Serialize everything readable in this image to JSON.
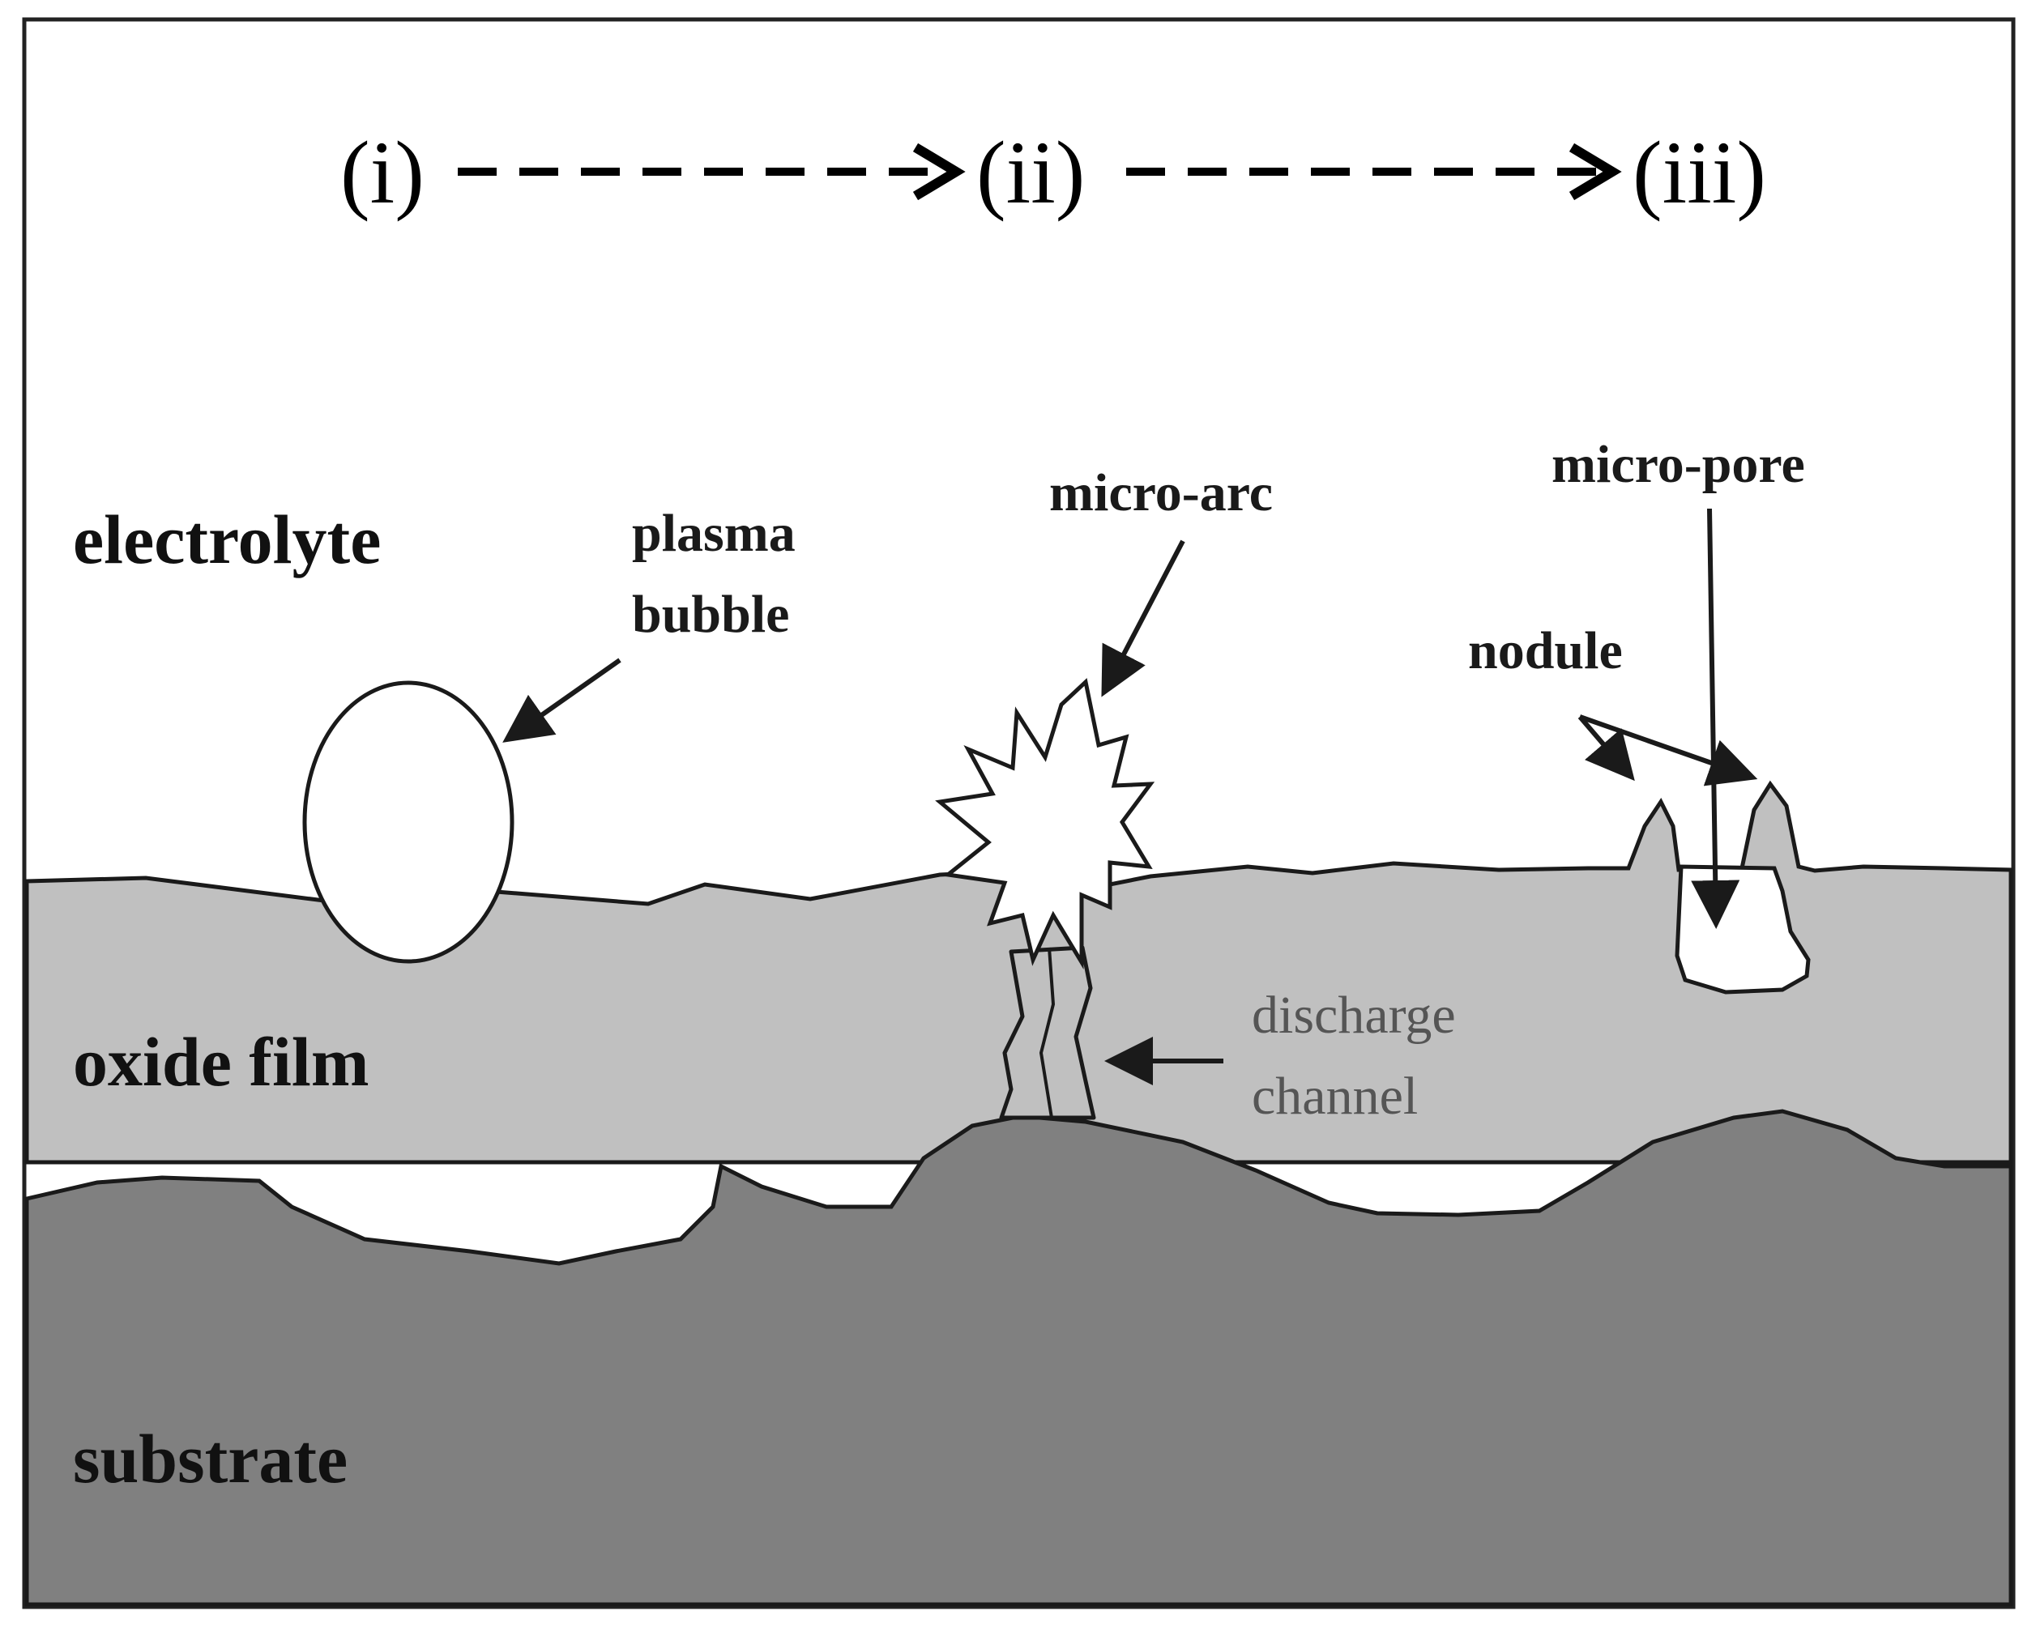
{
  "stages": [
    "(i)",
    "(ii)",
    "(iii)"
  ],
  "regions": {
    "electrolyte": "electrolyte",
    "oxide_film": "oxide film",
    "substrate": "substrate"
  },
  "callouts": {
    "plasma_bubble_line1": "plasma",
    "plasma_bubble_line2": "bubble",
    "micro_arc": "micro-arc",
    "micro_pore": "micro-pore",
    "nodule": "nodule",
    "discharge_line1": "discharge",
    "discharge_line2": "channel"
  },
  "colors": {
    "electrolyte": "#ffffff",
    "oxide_film": "#c0c0c0",
    "substrate": "#808080",
    "outline": "#1a1a1a"
  }
}
